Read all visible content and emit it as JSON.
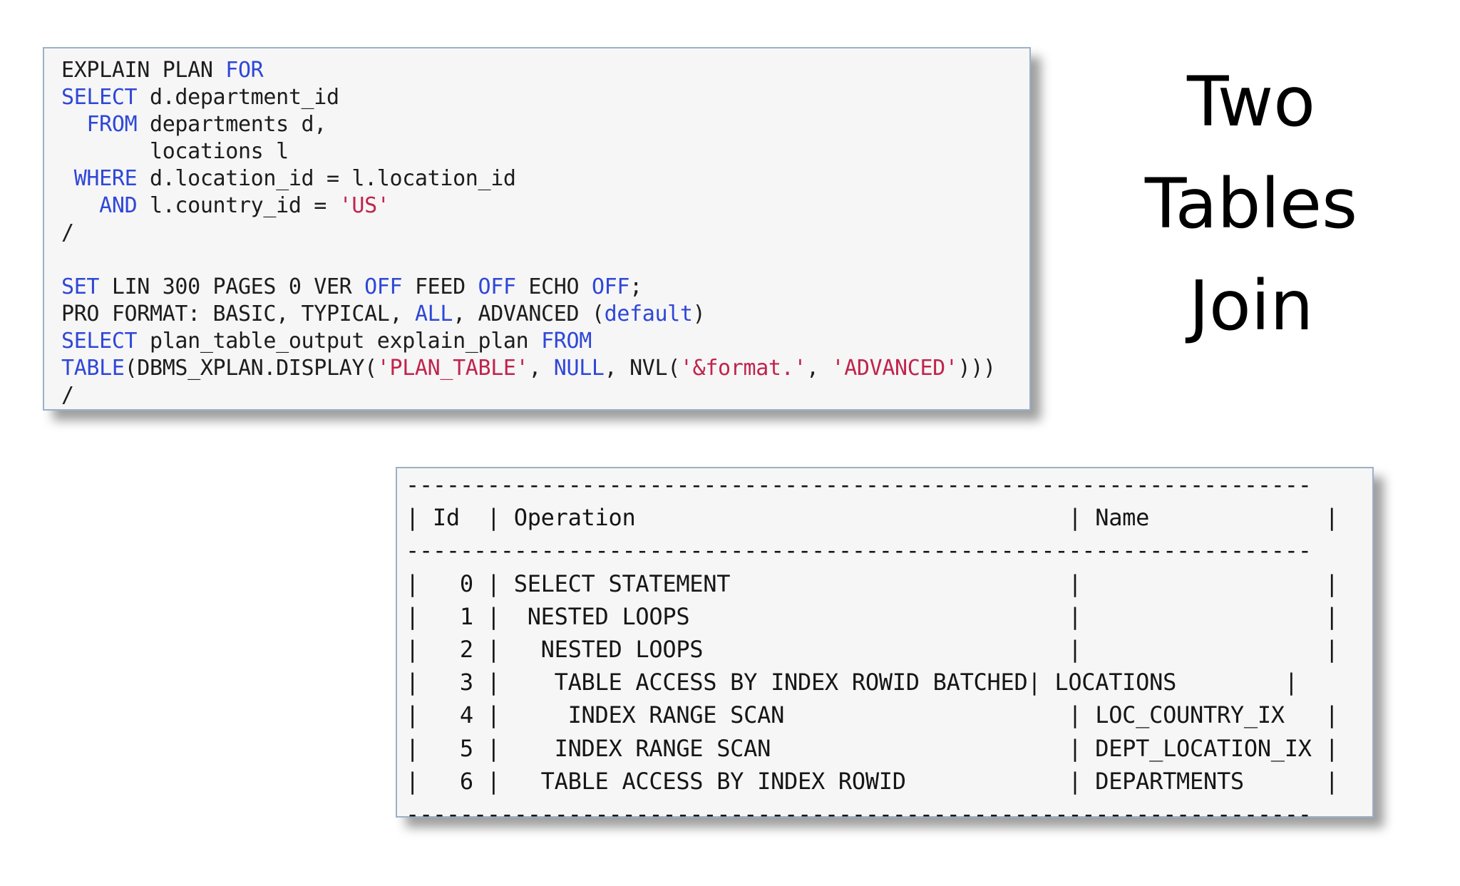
{
  "title": {
    "line1": "Two",
    "line2": "Tables",
    "line3": "Join"
  },
  "sql": {
    "lines": [
      [
        {
          "t": "EXPLAIN PLAN "
        },
        {
          "t": "FOR",
          "c": "kw"
        }
      ],
      [
        {
          "t": "SELECT",
          "c": "kw"
        },
        {
          "t": " d.department_id"
        }
      ],
      [
        {
          "t": "  "
        },
        {
          "t": "FROM",
          "c": "kw"
        },
        {
          "t": " departments d,"
        }
      ],
      [
        {
          "t": "       locations l"
        }
      ],
      [
        {
          "t": " "
        },
        {
          "t": "WHERE",
          "c": "kw"
        },
        {
          "t": " d.location_id = l.location_id"
        }
      ],
      [
        {
          "t": "   "
        },
        {
          "t": "AND",
          "c": "kw"
        },
        {
          "t": " l.country_id = "
        },
        {
          "t": "'US'",
          "c": "str"
        }
      ],
      [
        {
          "t": "/"
        }
      ],
      [
        {
          "t": ""
        }
      ],
      [
        {
          "t": "SET",
          "c": "kw"
        },
        {
          "t": " LIN 300 PAGES 0 VER "
        },
        {
          "t": "OFF",
          "c": "kw"
        },
        {
          "t": " FEED "
        },
        {
          "t": "OFF",
          "c": "kw"
        },
        {
          "t": " ECHO "
        },
        {
          "t": "OFF",
          "c": "kw"
        },
        {
          "t": ";"
        }
      ],
      [
        {
          "t": "PRO FORMAT: BASIC, TYPICAL, "
        },
        {
          "t": "ALL",
          "c": "kw"
        },
        {
          "t": ", ADVANCED ("
        },
        {
          "t": "default",
          "c": "kw"
        },
        {
          "t": ")"
        }
      ],
      [
        {
          "t": "SELECT",
          "c": "kw"
        },
        {
          "t": " plan_table_output explain_plan "
        },
        {
          "t": "FROM",
          "c": "kw"
        }
      ],
      [
        {
          "t": "TABLE",
          "c": "kw"
        },
        {
          "t": "(DBMS_XPLAN.DISPLAY("
        },
        {
          "t": "'PLAN_TABLE'",
          "c": "str"
        },
        {
          "t": ", "
        },
        {
          "t": "NULL",
          "c": "kw"
        },
        {
          "t": ", NVL("
        },
        {
          "t": "'&format.'",
          "c": "str"
        },
        {
          "t": ", "
        },
        {
          "t": "'ADVANCED'",
          "c": "str"
        },
        {
          "t": ")))"
        }
      ],
      [
        {
          "t": "/"
        }
      ]
    ]
  },
  "plan": {
    "separator": "-------------------------------------------------------------------",
    "header": "| Id  | Operation                                | Name             |",
    "rows": [
      "|   0 | SELECT STATEMENT                         |                  |",
      "|   1 |  NESTED LOOPS                            |                  |",
      "|   2 |   NESTED LOOPS                           |                  |",
      "|   3 |    TABLE ACCESS BY INDEX ROWID BATCHED| LOCATIONS        |",
      "|   4 |     INDEX RANGE SCAN                     | LOC_COUNTRY_IX   |",
      "|   5 |    INDEX RANGE SCAN                      | DEPT_LOCATION_IX |",
      "|   6 |   TABLE ACCESS BY INDEX ROWID            | DEPARTMENTS      |"
    ]
  }
}
